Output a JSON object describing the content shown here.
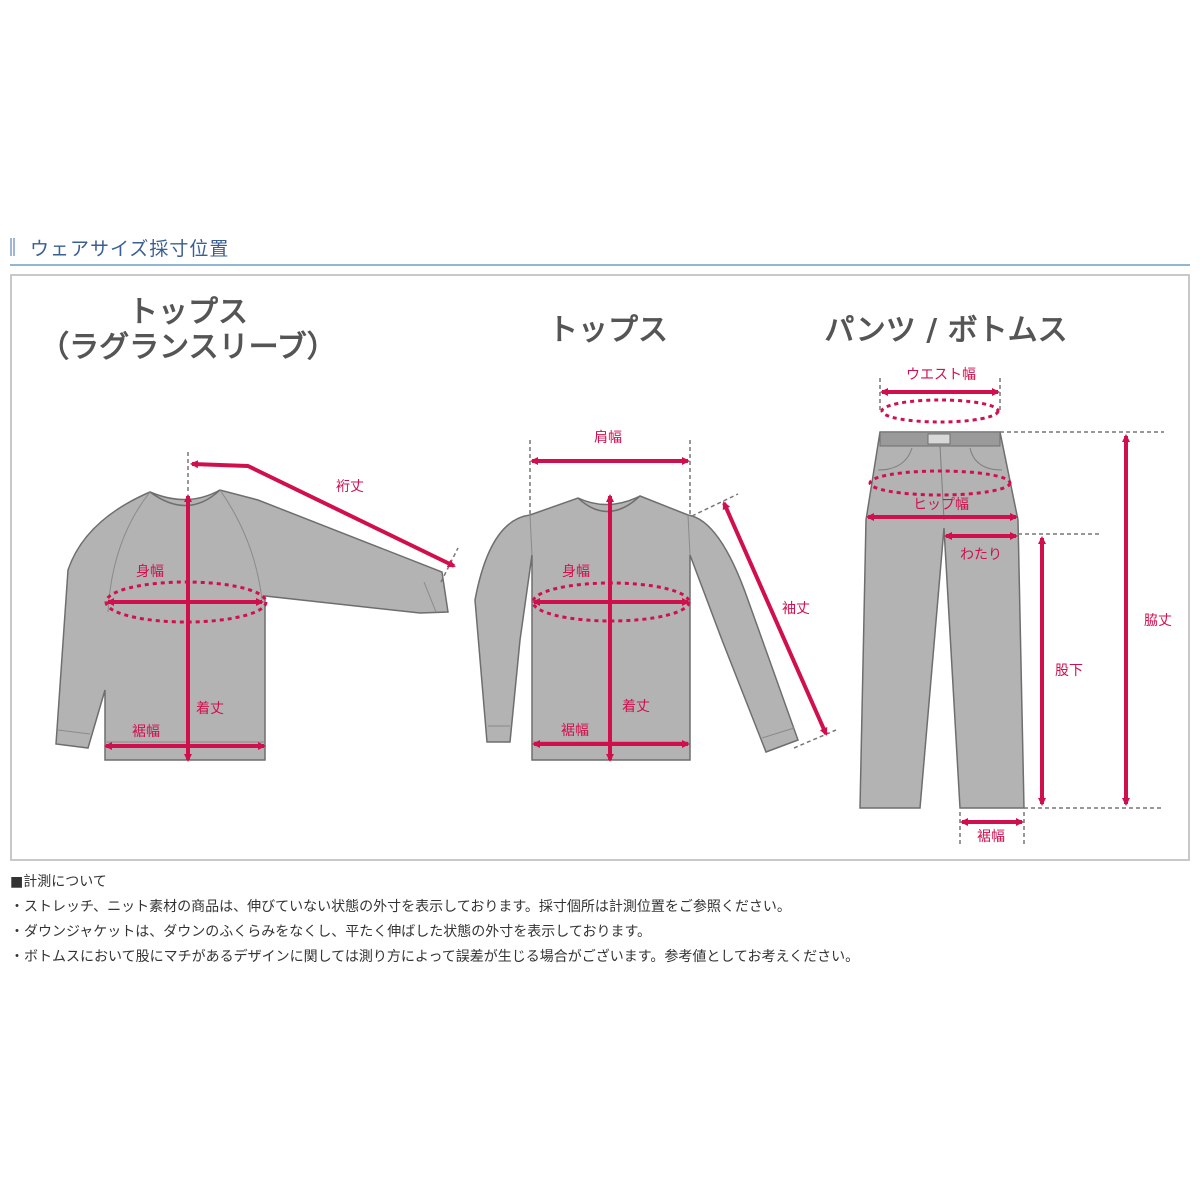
{
  "section_title": "ウェアサイズ採寸位置",
  "columns": {
    "raglan": {
      "title_line1": "トップス",
      "title_line2": "（ラグランスリーブ）",
      "labels": {
        "sleeve_length": "裄丈",
        "chest_width": "身幅",
        "body_length": "着丈",
        "hem_width": "裾幅"
      }
    },
    "tops": {
      "title": "トップス",
      "labels": {
        "shoulder_width": "肩幅",
        "chest_width": "身幅",
        "sleeve_length": "袖丈",
        "body_length": "着丈",
        "hem_width": "裾幅"
      }
    },
    "pants": {
      "title": "パンツ / ボトムス",
      "labels": {
        "waist_width": "ウエスト幅",
        "hip_width": "ヒップ幅",
        "thigh_width": "わたり",
        "outseam": "脇丈",
        "inseam": "股下",
        "hem_width": "裾幅"
      }
    }
  },
  "colors": {
    "measure": "#d0104c",
    "garment": "#b3b3b3",
    "garment_stroke": "#6e6e6e",
    "guide": "#777777",
    "header_accent": "#3a5f92"
  },
  "notes": {
    "heading": "■計測について",
    "items": [
      "・ストレッチ、ニット素材の商品は、伸びていない状態の外寸を表示しております。採寸個所は計測位置をご参照ください。",
      "・ダウンジャケットは、ダウンのふくらみをなくし、平たく伸ばした状態の外寸を表示しております。",
      "・ボトムスにおいて股にマチがあるデザインに関しては測り方によって誤差が生じる場合がございます。参考値としてお考えください。"
    ]
  }
}
